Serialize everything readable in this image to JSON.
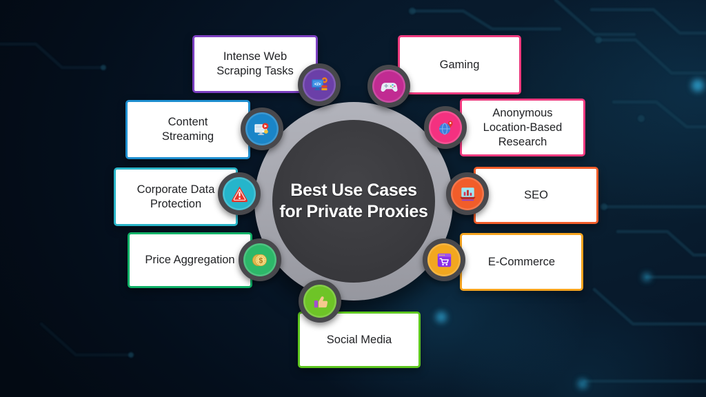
{
  "title": {
    "line1": "Best Use Cases",
    "line2": "for Private Proxies"
  },
  "center": {
    "fill": "#3a3a3e",
    "ring": "#a9aab2"
  },
  "background": {
    "base": "#040e1b",
    "trace": "#134258",
    "glow": "#2b9cc9"
  },
  "items": [
    {
      "id": "web-scraping",
      "label": "Intense Web Scraping Tasks",
      "border": "#7b3fc0",
      "badge": "#6b3fa8",
      "icon": "code-monitor-icon",
      "icon_text": "</>"
    },
    {
      "id": "gaming",
      "label": "Gaming",
      "border": "#ee3a7e",
      "badge": "#c12b92",
      "icon": "gamepad-icon"
    },
    {
      "id": "content-streaming",
      "label": "Content Streaming",
      "border": "#1e8fd0",
      "badge": "#1a85c8",
      "icon": "streaming-monitor-icon"
    },
    {
      "id": "anonymous-research",
      "label": "Anonymous Location-Based Research",
      "border": "#f43a80",
      "badge": "#f43180",
      "icon": "globe-pin-icon"
    },
    {
      "id": "corporate-data",
      "label": "Corporate Data Protection",
      "border": "#2ab5c8",
      "badge": "#25b5cb",
      "icon": "warning-triangle-icon"
    },
    {
      "id": "seo",
      "label": "SEO",
      "border": "#f15d2a",
      "badge": "#f15d2a",
      "icon": "laptop-chart-icon"
    },
    {
      "id": "price-aggregation",
      "label": "Price Aggregation",
      "border": "#10b268",
      "badge": "#2db869",
      "icon": "dollar-coin-icon",
      "icon_text": "$"
    },
    {
      "id": "ecommerce",
      "label": "E-Commerce",
      "border": "#f6a41f",
      "badge": "#f2a71f",
      "icon": "cart-window-icon"
    },
    {
      "id": "social-media",
      "label": "Social Media",
      "border": "#5ec71f",
      "badge": "#6ec427",
      "icon": "thumbs-up-icon"
    }
  ]
}
